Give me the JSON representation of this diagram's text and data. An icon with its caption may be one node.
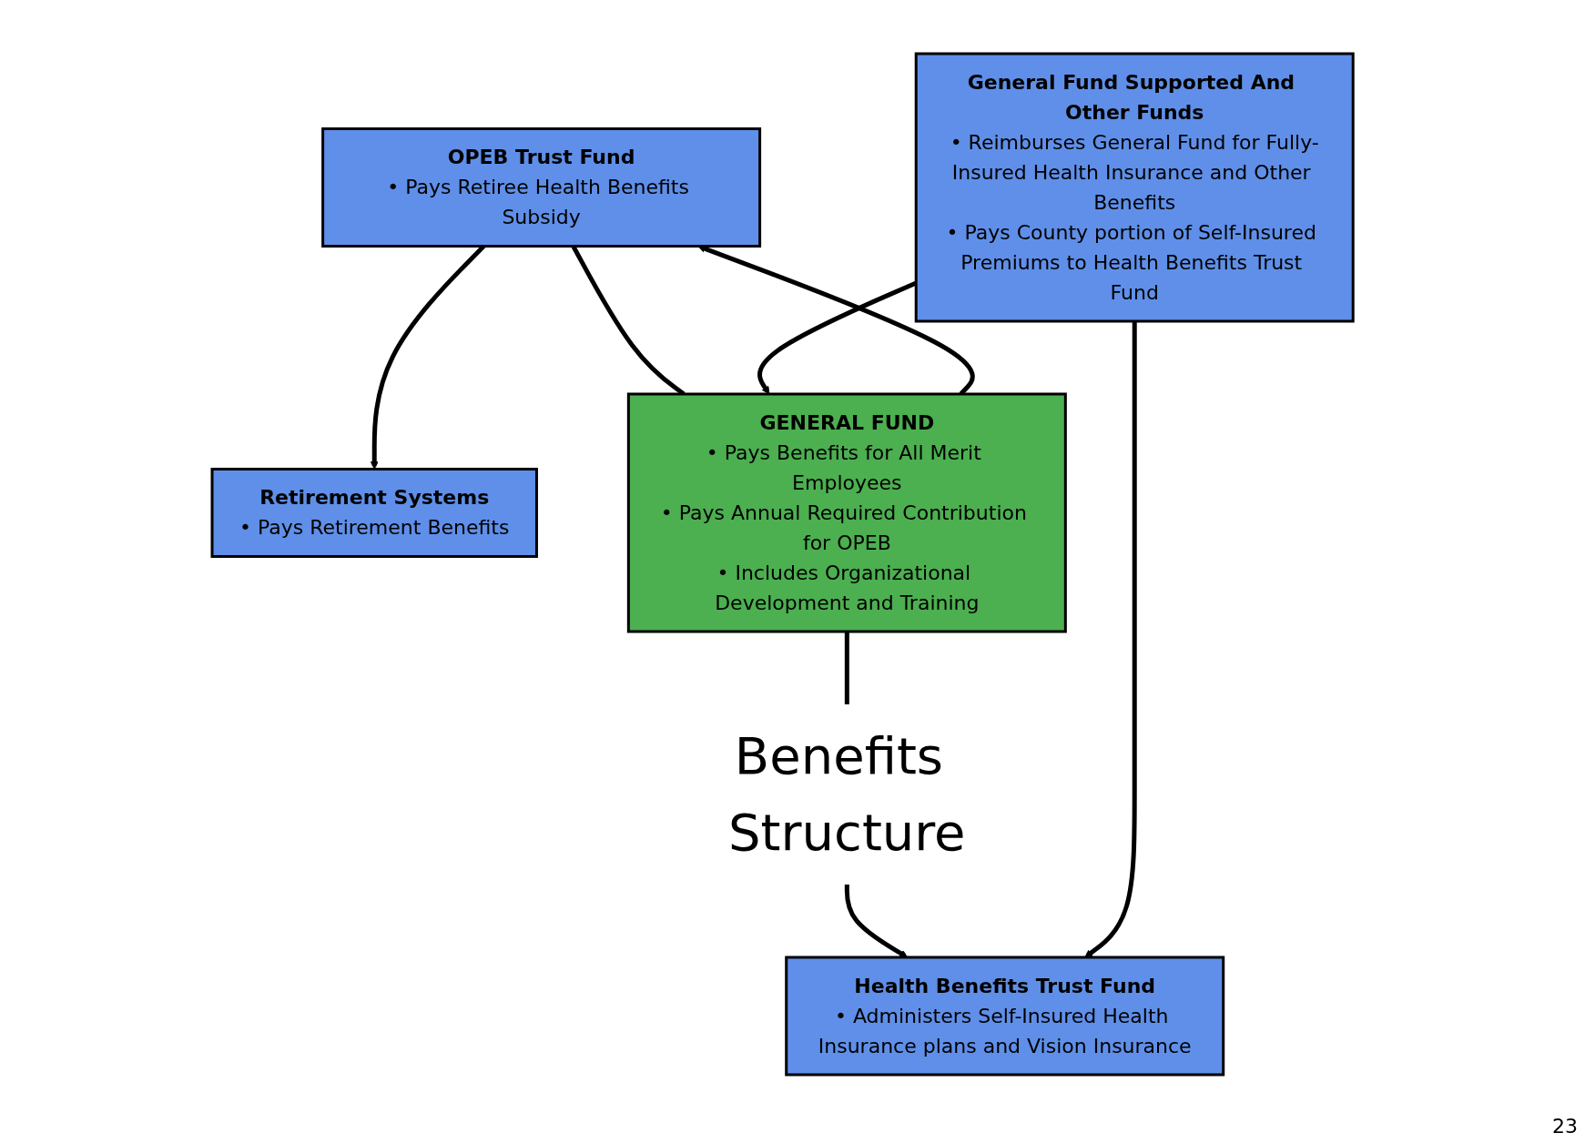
{
  "diagram": {
    "nodes": [
      {
        "text": [
          "OPEB Trust Fund",
          "• Pays Retiree Health Benefits Subsidy"
        ]
      },
      {
        "text": [
          "Retirement Systems",
          "• Pays Retirement Benefits"
        ]
      },
      {
        "text": [
          "GENERAL FUND",
          "• Pays Benefits for All Merit Employees",
          "• Pays Annual Required Contribution for OPEB",
          "• Includes Organizational Development and Training"
        ]
      },
      {
        "text": [
          "Benefits Structure"
        ]
      },
      {
        "text": [
          "Health Benefits Trust Fund",
          "• Administers Self-Insured Health Insurance plans and Vision Insurance"
        ]
      },
      {
        "text": [
          "General Fund Supported And Other Funds",
          "• Reimburses General Fund for Fully-Insured Health Insurance and Other Benefits",
          "• Pays County portion of Self-Insured Premiums to Health Benefits Trust Fund"
        ]
      }
    ],
    "edges": [
      {
        "from": 2,
        "to": 0,
        "arrow": "to"
      },
      {
        "from": 0,
        "to": 2,
        "arrow": "none"
      },
      {
        "from": 0,
        "to": 1,
        "arrow": "to"
      },
      {
        "from": 2,
        "to": 3,
        "arrow": "none"
      },
      {
        "from": 3,
        "to": 4,
        "arrow": "to"
      },
      {
        "from": 5,
        "to": 2,
        "arrow": "to"
      },
      {
        "from": 5,
        "to": 4,
        "arrow": "to"
      }
    ],
    "labels": [
      "23"
    ]
  }
}
